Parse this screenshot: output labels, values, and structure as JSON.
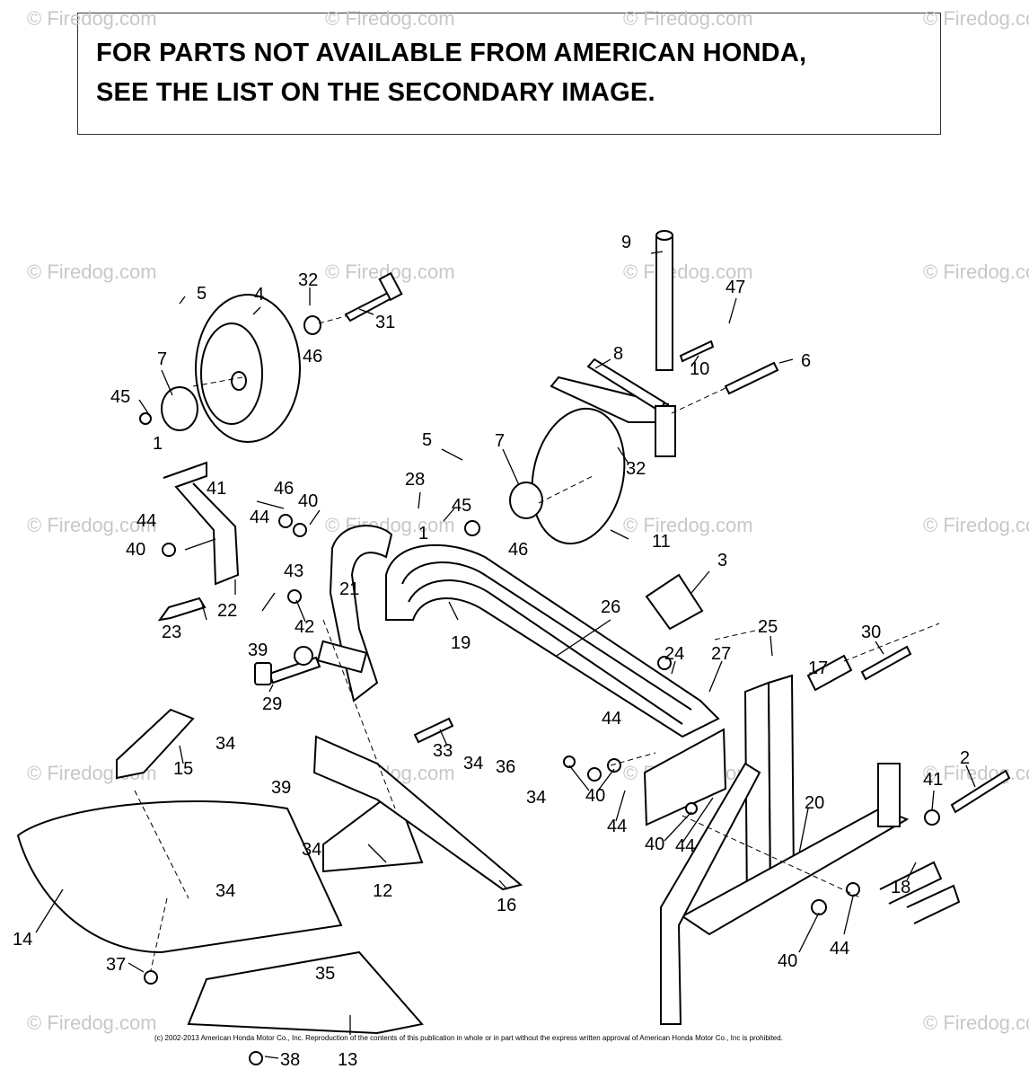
{
  "notice": {
    "line1": "FOR PARTS NOT AVAILABLE FROM AMERICAN HONDA,",
    "line2": "SEE THE LIST ON THE SECONDARY IMAGE."
  },
  "watermark": "© Firedog.com",
  "copyright": "(c) 2002-2013 American Honda Motor Co., Inc. Reproduction of the contents of this publication in whole or in part without the express written approval of American Honda Motor Co., Inc is prohibited.",
  "callouts": [
    "1",
    "1",
    "2",
    "3",
    "4",
    "5",
    "5",
    "6",
    "7",
    "7",
    "8",
    "9",
    "10",
    "11",
    "12",
    "13",
    "14",
    "15",
    "16",
    "17",
    "18",
    "19",
    "20",
    "21",
    "22",
    "23",
    "24",
    "25",
    "26",
    "27",
    "28",
    "29",
    "30",
    "31",
    "32",
    "32",
    "33",
    "34",
    "34",
    "34",
    "34",
    "34",
    "35",
    "36",
    "37",
    "38",
    "39",
    "39",
    "40",
    "40",
    "40",
    "40",
    "40",
    "41",
    "41",
    "42",
    "43",
    "44",
    "44",
    "44",
    "44",
    "44",
    "44",
    "45",
    "45",
    "46",
    "46",
    "46",
    "47"
  ]
}
